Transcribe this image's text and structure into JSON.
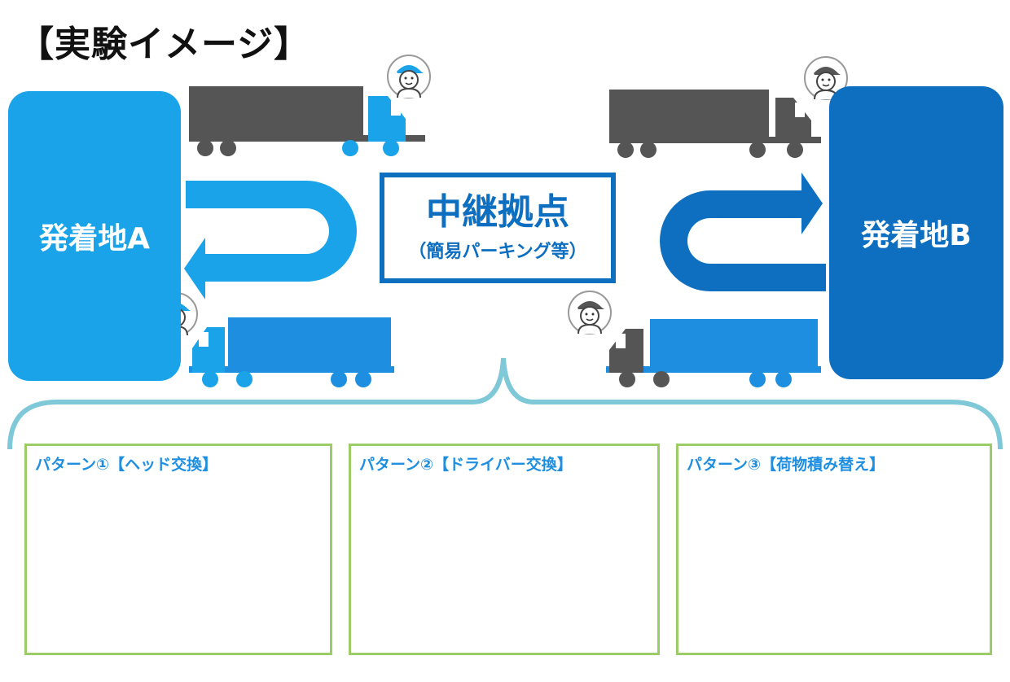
{
  "title": "【実験イメージ】",
  "sites": {
    "a": "発着地A",
    "b": "発着地B"
  },
  "relay": {
    "title": "中継拠点",
    "subtitle": "（簡易パーキング等）"
  },
  "patterns": [
    {
      "label": "パターン①【ヘッド交換】"
    },
    {
      "label": "パターン②【ドライバー交換】"
    },
    {
      "label": "パターン③【荷物積み替え】"
    }
  ],
  "colors": {
    "light_blue": "#1aa3e8",
    "dark_blue": "#0e6fc0",
    "truck_gray": "#555555",
    "panel_border": "#9ccc65",
    "bracket": "#7ec8d8"
  },
  "icons": [
    "truck-icon",
    "driver-icon",
    "cargo-box-icon",
    "double-arrow-icon"
  ]
}
